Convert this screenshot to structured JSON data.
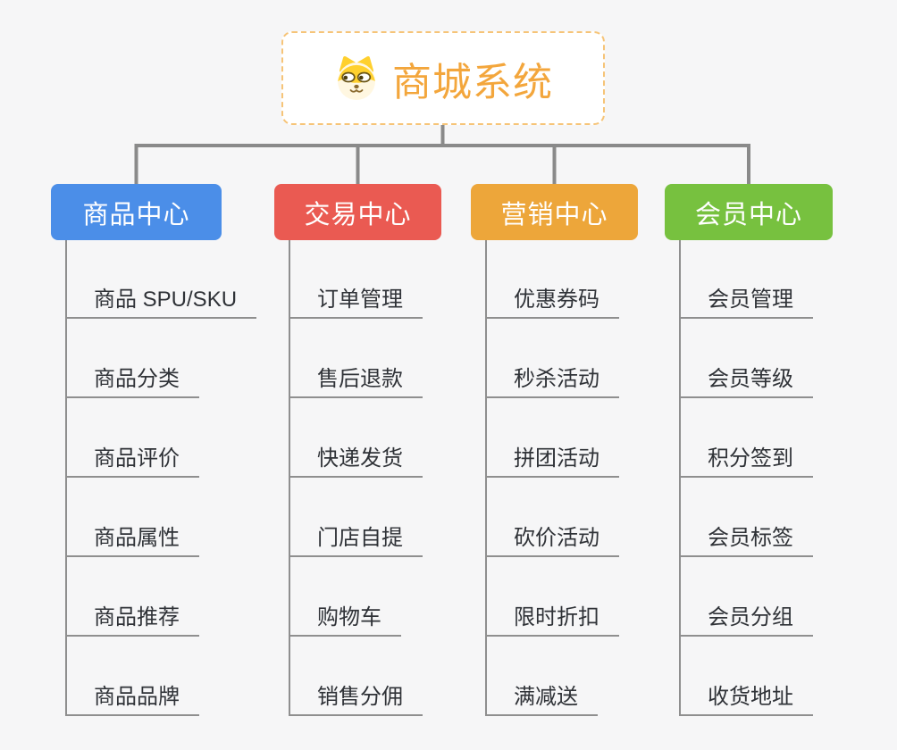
{
  "root": {
    "label": "商城系统",
    "icon": "dog-face-icon",
    "text_color": "#f3a63c",
    "border_color": "#f6c478",
    "background": "#ffffff"
  },
  "branches": [
    {
      "label": "商品中心",
      "color": "#4b8ee8",
      "children": [
        "商品 SPU/SKU",
        "商品分类",
        "商品评价",
        "商品属性",
        "商品推荐",
        "商品品牌"
      ]
    },
    {
      "label": "交易中心",
      "color": "#ea5a52",
      "children": [
        "订单管理",
        "售后退款",
        "快递发货",
        "门店自提",
        "购物车",
        "销售分佣"
      ]
    },
    {
      "label": "营销中心",
      "color": "#eda63a",
      "children": [
        "优惠券码",
        "秒杀活动",
        "拼团活动",
        "砍价活动",
        "限时折扣",
        "满减送"
      ]
    },
    {
      "label": "会员中心",
      "color": "#77c13f",
      "children": [
        "会员管理",
        "会员等级",
        "积分签到",
        "会员标签",
        "会员分组",
        "收货地址"
      ]
    }
  ],
  "colors": {
    "canvas_background": "#f6f6f7",
    "tree_connector": "#8a8a8a",
    "leaf_connector": "#8f8f8f",
    "leaf_text": "#2f3237",
    "branch_text": "#ffffff"
  },
  "icons": {
    "dog_face": {
      "head": "#ffd02e",
      "muzzle": "#fff7e1",
      "features": "#8a6a2f"
    }
  }
}
